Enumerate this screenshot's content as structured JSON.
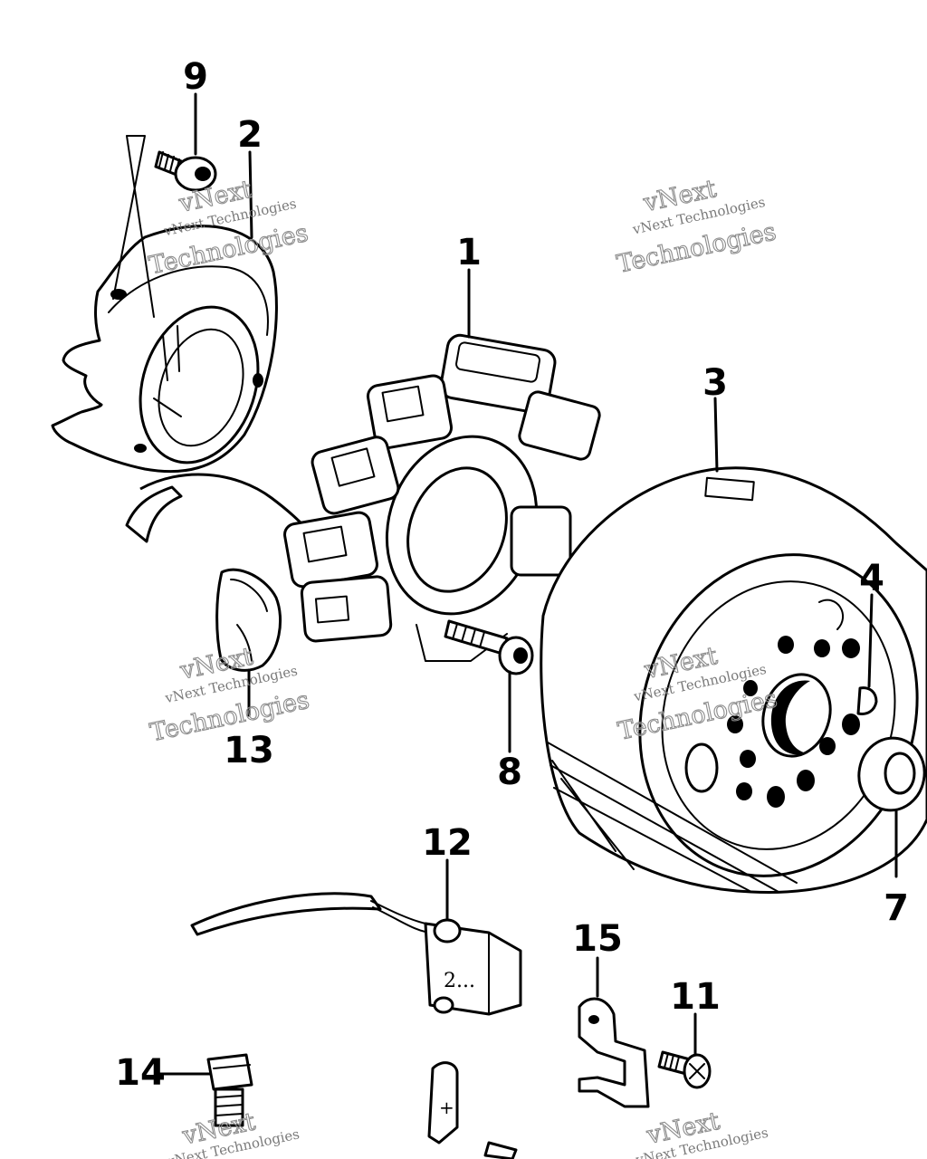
{
  "callouts": [
    {
      "id": "1",
      "label": "1"
    },
    {
      "id": "2",
      "label": "2"
    },
    {
      "id": "3",
      "label": "3"
    },
    {
      "id": "4",
      "label": "4"
    },
    {
      "id": "7",
      "label": "7"
    },
    {
      "id": "8",
      "label": "8"
    },
    {
      "id": "9",
      "label": "9"
    },
    {
      "id": "11",
      "label": "11"
    },
    {
      "id": "12",
      "label": "12"
    },
    {
      "id": "13",
      "label": "13"
    },
    {
      "id": "14",
      "label": "14"
    },
    {
      "id": "15",
      "label": "15"
    }
  ],
  "watermark": {
    "company_small": "vNext Technologies",
    "word_vnext": "vNext",
    "word_tech": "Technologies"
  },
  "part_markings": {
    "pickup_coil": "2...",
    "terminal": "+"
  }
}
